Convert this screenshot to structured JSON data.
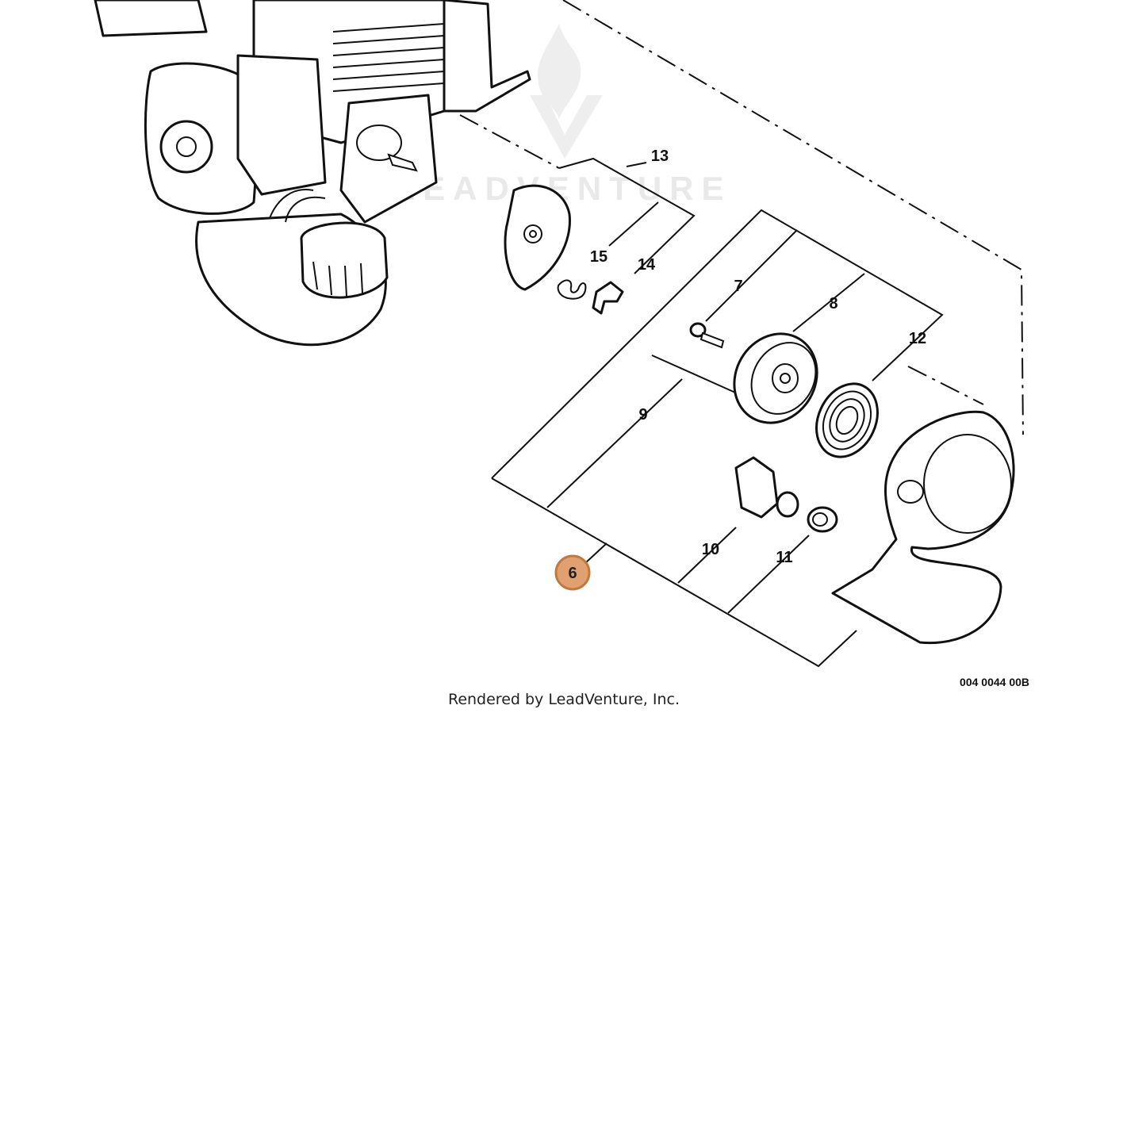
{
  "diagram": {
    "watermark_text": "LEADVENTURE",
    "credit": "Rendered by LeadVenture, Inc.",
    "drawing_code": "004 0044 00B",
    "highlight_color": "#e0a070",
    "highlight_border": "#c07a40",
    "callouts": {
      "c6": "6",
      "c7": "7",
      "c8": "8",
      "c9": "9",
      "c10": "10",
      "c11": "11",
      "c12": "12",
      "c13": "13",
      "c14": "14",
      "c15": "15"
    },
    "icons": [
      "leadventure-flame-logo"
    ]
  }
}
